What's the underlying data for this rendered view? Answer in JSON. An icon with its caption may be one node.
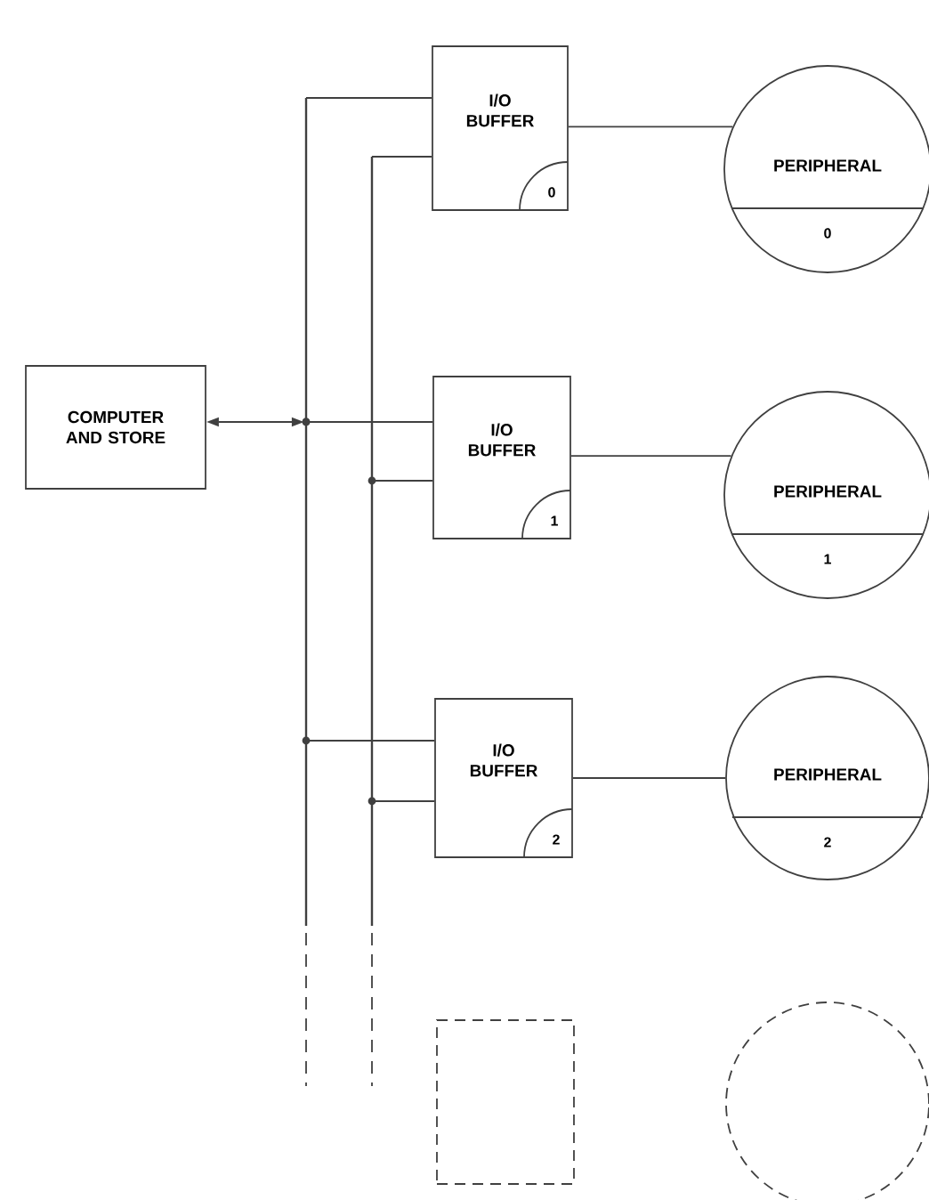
{
  "diagram": {
    "nodes": [
      {
        "text": [
          "COMPUTER AND STORE"
        ]
      },
      {
        "text": [],
        "shape": "bar"
      },
      {
        "text": [],
        "shape": "bar"
      },
      {
        "text": [
          "I/O BUFFER",
          "0"
        ]
      },
      {
        "text": [
          "I/O BUFFER",
          "1"
        ]
      },
      {
        "text": [
          "I/O BUFFER",
          "2"
        ]
      },
      {
        "text": [
          "PERIPHERAL",
          "0"
        ]
      },
      {
        "text": [
          "PERIPHERAL",
          "1"
        ]
      },
      {
        "text": [
          "PERIPHERAL",
          "2"
        ]
      },
      {
        "text": [],
        "shape": "box"
      },
      {
        "text": [],
        "shape": "circle"
      }
    ],
    "edges": [
      {
        "from": 0,
        "to": 1,
        "arrow": "both"
      },
      {
        "from": 1,
        "to": 3,
        "arrow": "none"
      },
      {
        "from": 2,
        "to": 3,
        "arrow": "none"
      },
      {
        "from": 1,
        "to": 4,
        "arrow": "none"
      },
      {
        "from": 2,
        "to": 4,
        "arrow": "none"
      },
      {
        "from": 1,
        "to": 5,
        "arrow": "none"
      },
      {
        "from": 2,
        "to": 5,
        "arrow": "none"
      },
      {
        "from": 3,
        "to": 6,
        "arrow": "none"
      },
      {
        "from": 4,
        "to": 7,
        "arrow": "none"
      },
      {
        "from": 5,
        "to": 8,
        "arrow": "none"
      }
    ]
  }
}
